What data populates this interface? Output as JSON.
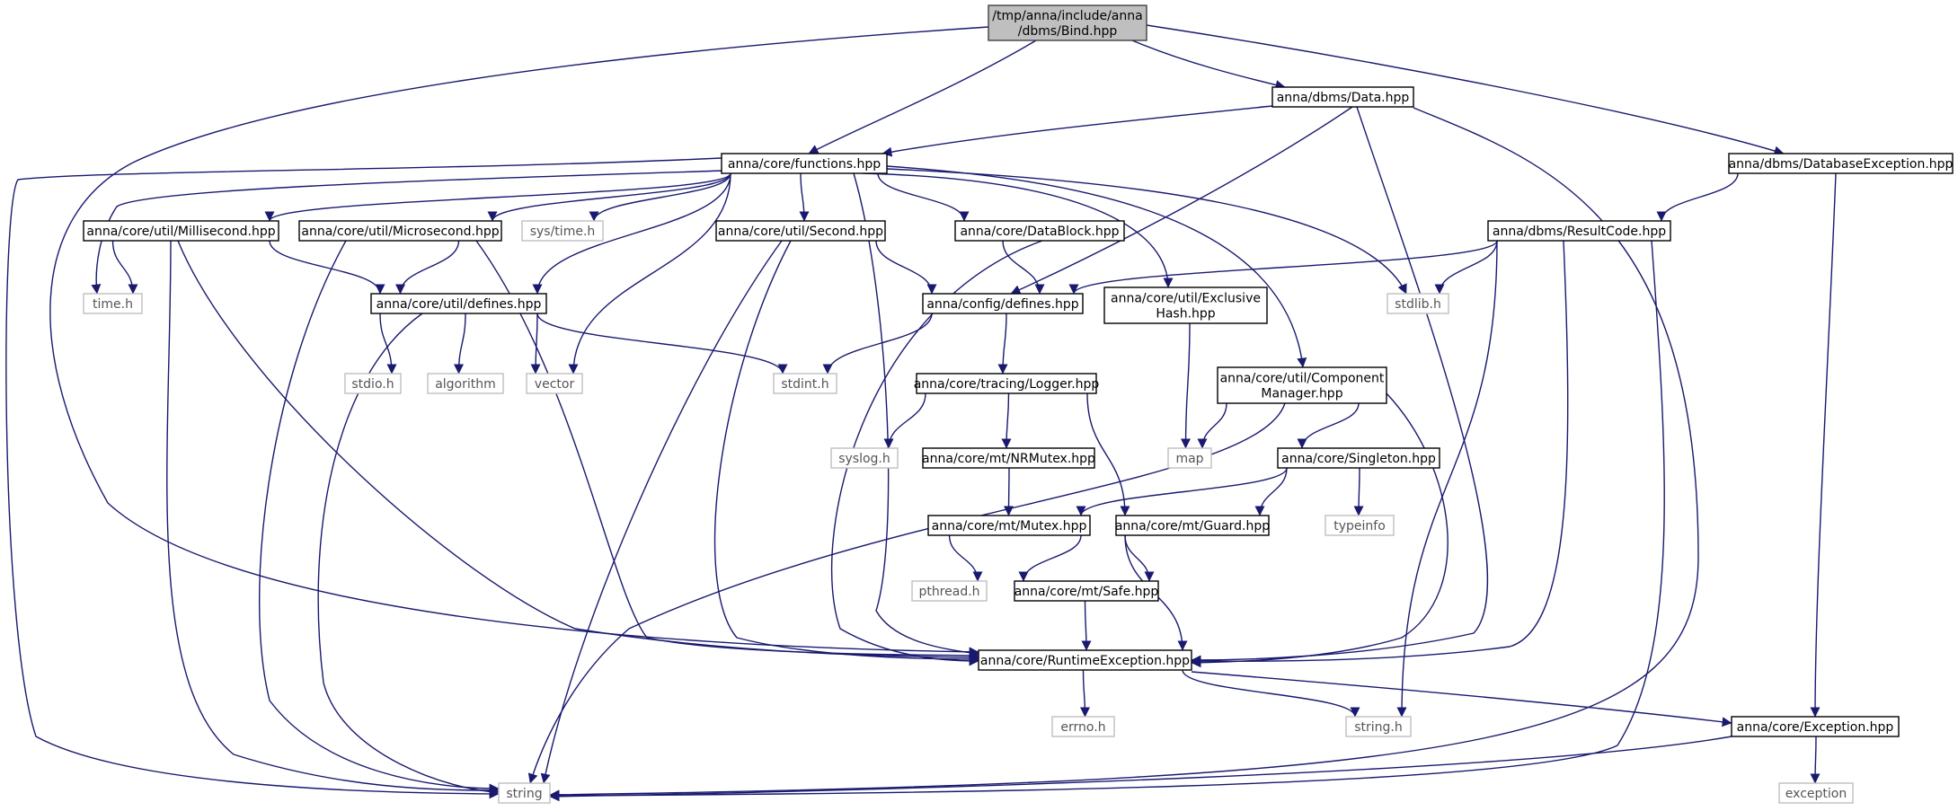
{
  "graph": {
    "edge_color": "#191970",
    "root_fill": "#bfbfbf",
    "nodes": [
      {
        "id": "bind",
        "lines": [
          "/tmp/anna/include/anna",
          "/dbms/Bind.hpp"
        ],
        "kind": "root"
      },
      {
        "id": "data",
        "lines": [
          "anna/dbms/Data.hpp"
        ],
        "kind": "project"
      },
      {
        "id": "dbexc",
        "lines": [
          "anna/dbms/DatabaseException.hpp"
        ],
        "kind": "project"
      },
      {
        "id": "functions",
        "lines": [
          "anna/core/functions.hpp"
        ],
        "kind": "project"
      },
      {
        "id": "millis",
        "lines": [
          "anna/core/util/Millisecond.hpp"
        ],
        "kind": "project"
      },
      {
        "id": "micros",
        "lines": [
          "anna/core/util/Microsecond.hpp"
        ],
        "kind": "project"
      },
      {
        "id": "systime",
        "lines": [
          "sys/time.h"
        ],
        "kind": "system"
      },
      {
        "id": "second",
        "lines": [
          "anna/core/util/Second.hpp"
        ],
        "kind": "project"
      },
      {
        "id": "datablock",
        "lines": [
          "anna/core/DataBlock.hpp"
        ],
        "kind": "project"
      },
      {
        "id": "resultcode",
        "lines": [
          "anna/dbms/ResultCode.hpp"
        ],
        "kind": "project"
      },
      {
        "id": "timeh",
        "lines": [
          "time.h"
        ],
        "kind": "system"
      },
      {
        "id": "udefines",
        "lines": [
          "anna/core/util/defines.hpp"
        ],
        "kind": "project"
      },
      {
        "id": "cdefines",
        "lines": [
          "anna/config/defines.hpp"
        ],
        "kind": "project"
      },
      {
        "id": "exhash",
        "lines": [
          "anna/core/util/Exclusive",
          "Hash.hpp"
        ],
        "kind": "project"
      },
      {
        "id": "stdlib",
        "lines": [
          "stdlib.h"
        ],
        "kind": "system"
      },
      {
        "id": "stdio",
        "lines": [
          "stdio.h"
        ],
        "kind": "system"
      },
      {
        "id": "algorithm",
        "lines": [
          "algorithm"
        ],
        "kind": "system"
      },
      {
        "id": "vector",
        "lines": [
          "vector"
        ],
        "kind": "system"
      },
      {
        "id": "stdint",
        "lines": [
          "stdint.h"
        ],
        "kind": "system"
      },
      {
        "id": "logger",
        "lines": [
          "anna/core/tracing/Logger.hpp"
        ],
        "kind": "project"
      },
      {
        "id": "compmgr",
        "lines": [
          "anna/core/util/Component",
          "Manager.hpp"
        ],
        "kind": "project"
      },
      {
        "id": "syslog",
        "lines": [
          "syslog.h"
        ],
        "kind": "system"
      },
      {
        "id": "nrmutex",
        "lines": [
          "anna/core/mt/NRMutex.hpp"
        ],
        "kind": "project"
      },
      {
        "id": "map",
        "lines": [
          "map"
        ],
        "kind": "system"
      },
      {
        "id": "singleton",
        "lines": [
          "anna/core/Singleton.hpp"
        ],
        "kind": "project"
      },
      {
        "id": "mutex",
        "lines": [
          "anna/core/mt/Mutex.hpp"
        ],
        "kind": "project"
      },
      {
        "id": "guard",
        "lines": [
          "anna/core/mt/Guard.hpp"
        ],
        "kind": "project"
      },
      {
        "id": "typeinfo",
        "lines": [
          "typeinfo"
        ],
        "kind": "system"
      },
      {
        "id": "pthread",
        "lines": [
          "pthread.h"
        ],
        "kind": "system"
      },
      {
        "id": "safe",
        "lines": [
          "anna/core/mt/Safe.hpp"
        ],
        "kind": "project"
      },
      {
        "id": "rtexc",
        "lines": [
          "anna/core/RuntimeException.hpp"
        ],
        "kind": "project"
      },
      {
        "id": "errno",
        "lines": [
          "errno.h"
        ],
        "kind": "system"
      },
      {
        "id": "stringh",
        "lines": [
          "string.h"
        ],
        "kind": "system"
      },
      {
        "id": "exception_hpp",
        "lines": [
          "anna/core/Exception.hpp"
        ],
        "kind": "project"
      },
      {
        "id": "string",
        "lines": [
          "string"
        ],
        "kind": "system"
      },
      {
        "id": "exception",
        "lines": [
          "exception"
        ],
        "kind": "system"
      }
    ],
    "edges": [
      [
        "bind",
        "rtexc"
      ],
      [
        "bind",
        "functions"
      ],
      [
        "bind",
        "data"
      ],
      [
        "bind",
        "dbexc"
      ],
      [
        "data",
        "functions"
      ],
      [
        "data",
        "cdefines"
      ],
      [
        "data",
        "rtexc"
      ],
      [
        "data",
        "string"
      ],
      [
        "dbexc",
        "resultcode"
      ],
      [
        "dbexc",
        "exception_hpp"
      ],
      [
        "functions",
        "string"
      ],
      [
        "functions",
        "timeh"
      ],
      [
        "functions",
        "millis"
      ],
      [
        "functions",
        "micros"
      ],
      [
        "functions",
        "systime"
      ],
      [
        "functions",
        "udefines"
      ],
      [
        "functions",
        "vector"
      ],
      [
        "functions",
        "second"
      ],
      [
        "functions",
        "rtexc"
      ],
      [
        "functions",
        "datablock"
      ],
      [
        "functions",
        "exhash"
      ],
      [
        "functions",
        "compmgr"
      ],
      [
        "functions",
        "stdlib"
      ],
      [
        "millis",
        "timeh"
      ],
      [
        "millis",
        "udefines"
      ],
      [
        "millis",
        "string"
      ],
      [
        "millis",
        "rtexc"
      ],
      [
        "micros",
        "udefines"
      ],
      [
        "micros",
        "string"
      ],
      [
        "micros",
        "rtexc"
      ],
      [
        "second",
        "cdefines"
      ],
      [
        "second",
        "string"
      ],
      [
        "second",
        "rtexc"
      ],
      [
        "datablock",
        "cdefines"
      ],
      [
        "datablock",
        "rtexc"
      ],
      [
        "resultcode",
        "cdefines"
      ],
      [
        "resultcode",
        "stdlib"
      ],
      [
        "resultcode",
        "rtexc"
      ],
      [
        "resultcode",
        "stringh"
      ],
      [
        "resultcode",
        "string"
      ],
      [
        "udefines",
        "stdio"
      ],
      [
        "udefines",
        "algorithm"
      ],
      [
        "udefines",
        "vector"
      ],
      [
        "udefines",
        "stdint"
      ],
      [
        "udefines",
        "string"
      ],
      [
        "cdefines",
        "stdint"
      ],
      [
        "cdefines",
        "logger"
      ],
      [
        "exhash",
        "map"
      ],
      [
        "logger",
        "syslog"
      ],
      [
        "logger",
        "nrmutex"
      ],
      [
        "logger",
        "guard"
      ],
      [
        "compmgr",
        "map"
      ],
      [
        "compmgr",
        "singleton"
      ],
      [
        "compmgr",
        "string"
      ],
      [
        "compmgr",
        "rtexc"
      ],
      [
        "nrmutex",
        "mutex"
      ],
      [
        "singleton",
        "mutex"
      ],
      [
        "singleton",
        "guard"
      ],
      [
        "singleton",
        "typeinfo"
      ],
      [
        "mutex",
        "pthread"
      ],
      [
        "mutex",
        "safe"
      ],
      [
        "guard",
        "safe"
      ],
      [
        "guard",
        "rtexc"
      ],
      [
        "safe",
        "rtexc"
      ],
      [
        "rtexc",
        "errno"
      ],
      [
        "rtexc",
        "stringh"
      ],
      [
        "rtexc",
        "exception_hpp"
      ],
      [
        "exception_hpp",
        "string"
      ],
      [
        "exception_hpp",
        "exception"
      ]
    ]
  }
}
